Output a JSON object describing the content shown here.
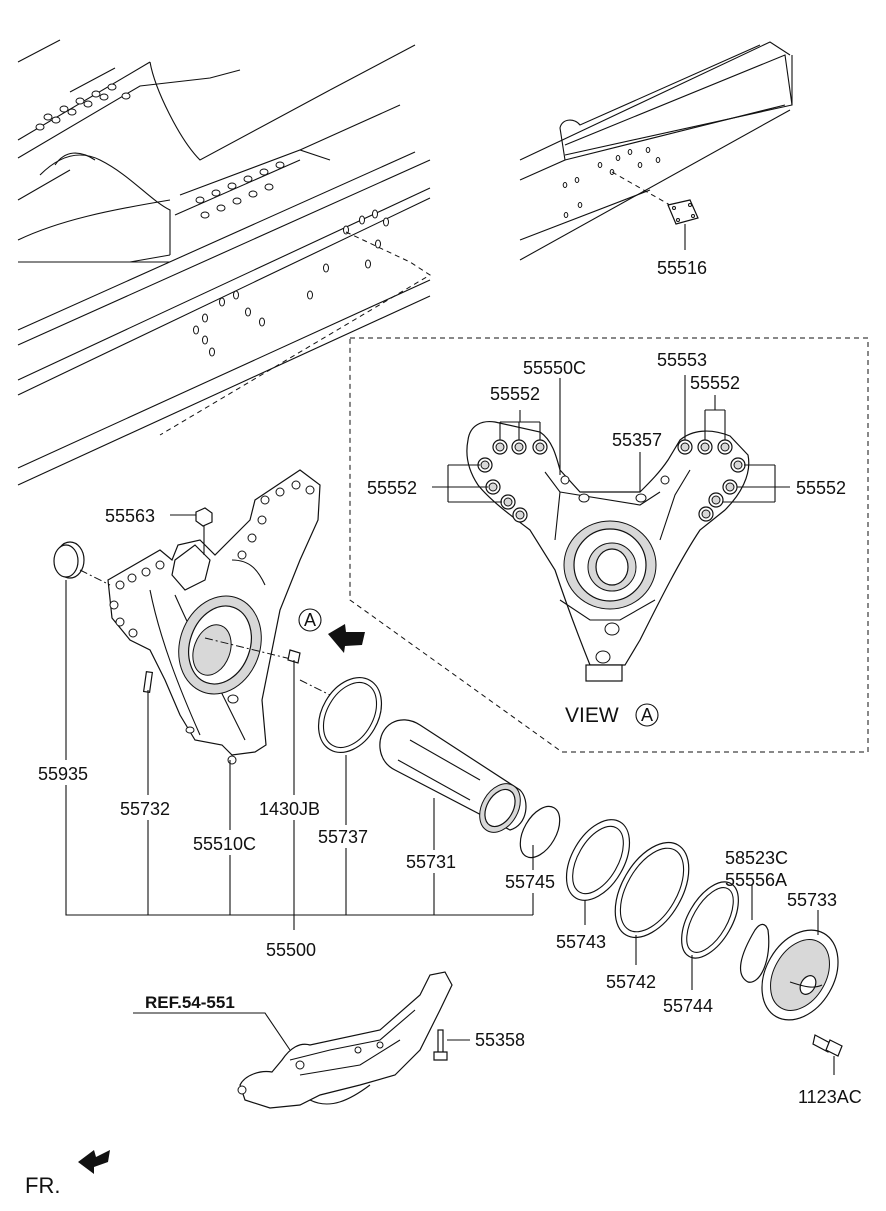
{
  "parts": {
    "p55516": "55516",
    "p55550C": "55550C",
    "p55553": "55553",
    "p55552_tl": "55552",
    "p55552_tr": "55552",
    "p55552_l": "55552",
    "p55552_r": "55552",
    "p55357": "55357",
    "p55563": "55563",
    "p55935": "55935",
    "p55732": "55732",
    "p55510C": "55510C",
    "p1430JB": "1430JB",
    "p55737": "55737",
    "p55731": "55731",
    "p55745": "55745",
    "p55743": "55743",
    "p55742": "55742",
    "p55744": "55744",
    "p58523C": "58523C",
    "p55556A": "55556A",
    "p55733": "55733",
    "p55500": "55500",
    "p55358": "55358",
    "p1123AC": "1123AC"
  },
  "view_label": "VIEW",
  "view_marker": "A",
  "arrow_marker": "A",
  "ref_label": "REF.54-551",
  "fr_label": "FR."
}
